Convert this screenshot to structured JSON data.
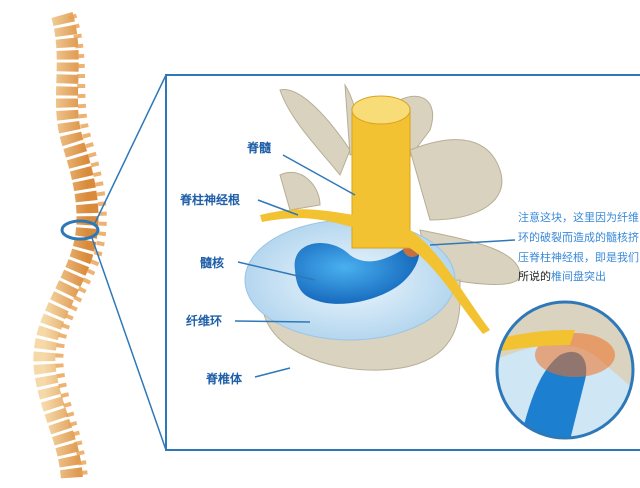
{
  "labels": {
    "spinal_cord": "脊髓",
    "spinal_nerve_root": "脊柱神经根",
    "nucleus_pulposus": "髓核",
    "annulus_fibrosus": "纤维环",
    "vertebral_body": "脊椎体"
  },
  "annotation": {
    "line1": "注意这块，这里因为纤维",
    "line2": "环的破裂而造成的髓核挤",
    "line3": "压脊柱神经根，即是我们",
    "line4_dark": "所说的",
    "line4_rest": "椎间盘突出"
  },
  "colors": {
    "frame": "#2f78b8",
    "bone": "#e8a050",
    "disc": "#cfe6f5",
    "nucleus": "#1d7fd0",
    "nerve": "#f2c230"
  }
}
